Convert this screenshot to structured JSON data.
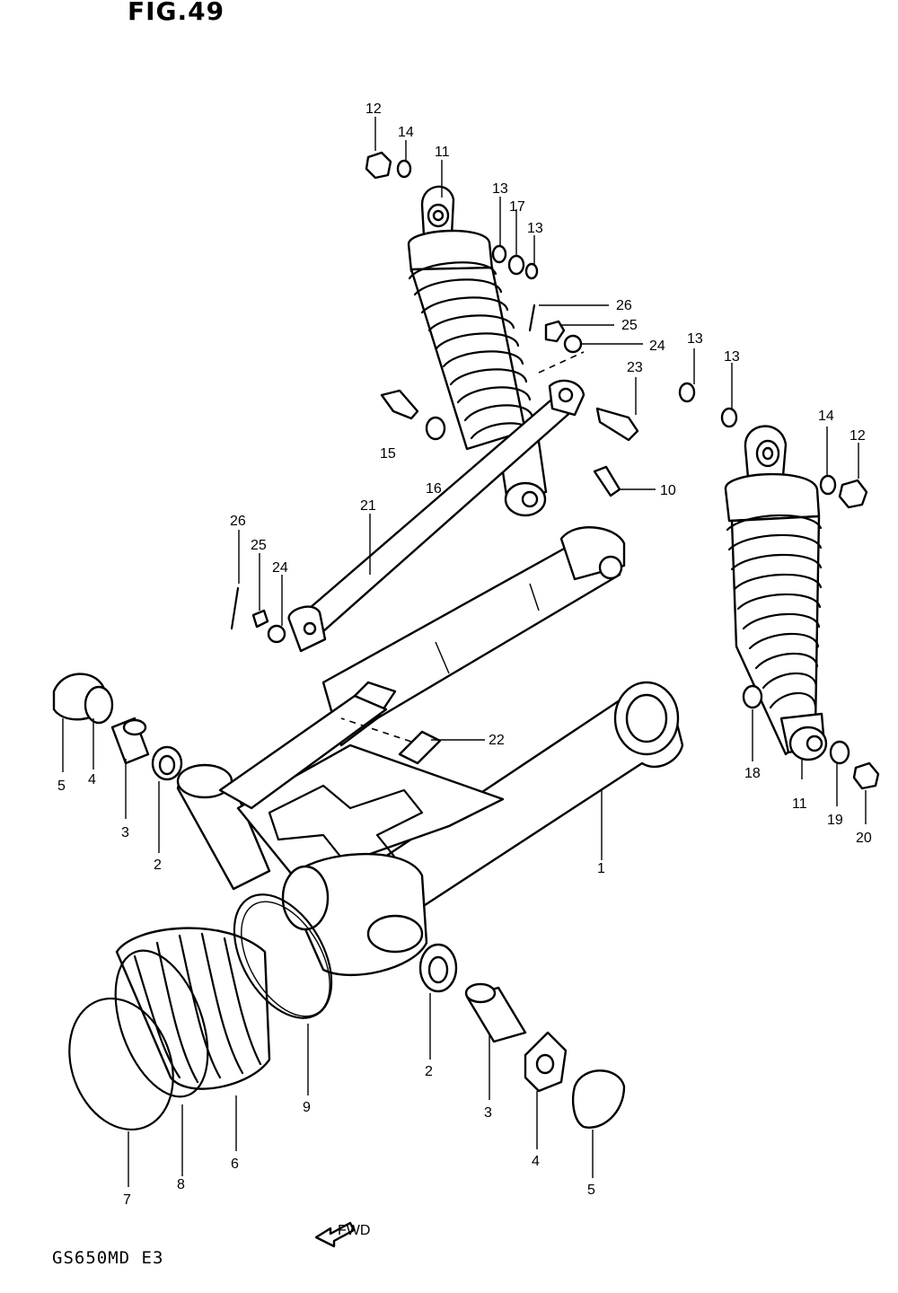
{
  "figure": {
    "title": "FIG.49",
    "model": "GS650MD E3",
    "fwd_marker": "FWD"
  },
  "callouts": [
    {
      "id": "c12a",
      "text": "12"
    },
    {
      "id": "c14a",
      "text": "14"
    },
    {
      "id": "c11a",
      "text": "11"
    },
    {
      "id": "c13a",
      "text": "13"
    },
    {
      "id": "c17",
      "text": "17"
    },
    {
      "id": "c13b",
      "text": "13"
    },
    {
      "id": "c26a",
      "text": "26"
    },
    {
      "id": "c25a",
      "text": "25"
    },
    {
      "id": "c24a",
      "text": "24"
    },
    {
      "id": "c23",
      "text": "23"
    },
    {
      "id": "c13c",
      "text": "13"
    },
    {
      "id": "c13d",
      "text": "13"
    },
    {
      "id": "c14b",
      "text": "14"
    },
    {
      "id": "c12b",
      "text": "12"
    },
    {
      "id": "c15",
      "text": "15"
    },
    {
      "id": "c16",
      "text": "16"
    },
    {
      "id": "c10",
      "text": "10"
    },
    {
      "id": "c21",
      "text": "21"
    },
    {
      "id": "c26b",
      "text": "26"
    },
    {
      "id": "c25b",
      "text": "25"
    },
    {
      "id": "c24b",
      "text": "24"
    },
    {
      "id": "c22",
      "text": "22"
    },
    {
      "id": "c5a",
      "text": "5"
    },
    {
      "id": "c4a",
      "text": "4"
    },
    {
      "id": "c3a",
      "text": "3"
    },
    {
      "id": "c2a",
      "text": "2"
    },
    {
      "id": "c18",
      "text": "18"
    },
    {
      "id": "c11b",
      "text": "11"
    },
    {
      "id": "c19",
      "text": "19"
    },
    {
      "id": "c20",
      "text": "20"
    },
    {
      "id": "c1",
      "text": "1"
    },
    {
      "id": "c9",
      "text": "9"
    },
    {
      "id": "c2b",
      "text": "2"
    },
    {
      "id": "c3b",
      "text": "3"
    },
    {
      "id": "c4b",
      "text": "4"
    },
    {
      "id": "c5b",
      "text": "5"
    },
    {
      "id": "c6",
      "text": "6"
    },
    {
      "id": "c7",
      "text": "7"
    },
    {
      "id": "c8",
      "text": "8"
    }
  ]
}
